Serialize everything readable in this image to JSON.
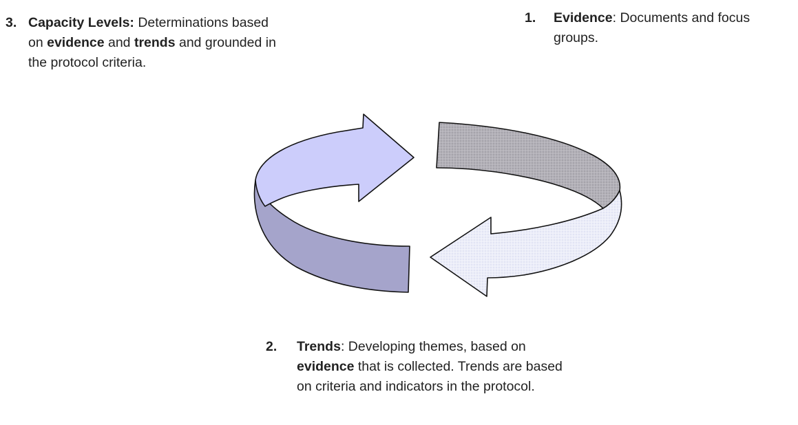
{
  "steps": {
    "capacity": {
      "number": "3.",
      "term": "Capacity Levels:",
      "text_a": " Determinations based on ",
      "strong_a": "evidence",
      "text_b": " and ",
      "strong_b": "trends",
      "text_c": " and grounded in the protocol criteria."
    },
    "evidence": {
      "number": "1.",
      "term": "Evidence",
      "text_a": ": Documents and focus groups."
    },
    "trends": {
      "number": "2.",
      "term": "Trends",
      "text_a": ": Developing themes, based on ",
      "strong_a": "evidence",
      "text_b": " that is collected. Trends are based on criteria and indicators in the protocol."
    }
  },
  "colors": {
    "left_arrow_top": "#cccdfb",
    "left_arrow_side": "#a5a4cb",
    "right_band_top": "#a9a7ae",
    "bottom_arrow_fill": "#ebecf8",
    "outline": "#111111"
  }
}
